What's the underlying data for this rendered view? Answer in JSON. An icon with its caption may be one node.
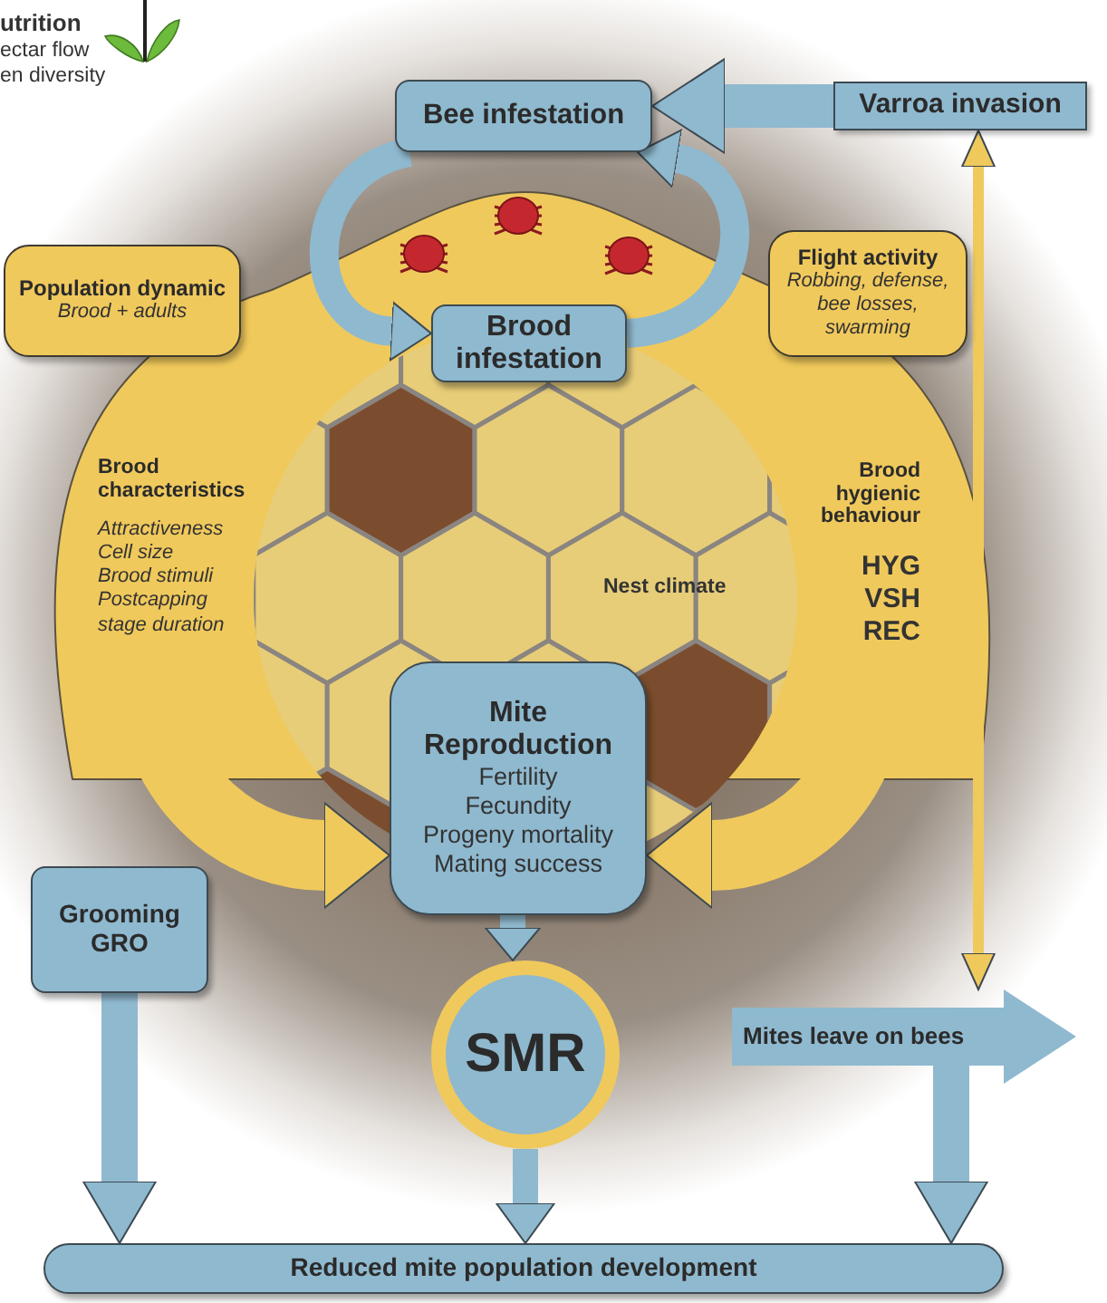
{
  "diagram": {
    "nodes": [
      {
        "text": [
          "Bee infestation"
        ]
      },
      {
        "text": [
          "Varroa invasion"
        ]
      },
      {
        "text": [
          "Population dynamic",
          "Brood + adults"
        ]
      },
      {
        "text": [
          "Flight activity",
          "Robbing, defense, bee losses, swarming"
        ]
      },
      {
        "text": [
          "Brood infestation"
        ]
      },
      {
        "text": [
          "Brood characteristics",
          "Attractiveness",
          "Cell size",
          "Brood stimuli",
          "Postcapping stage duration"
        ]
      },
      {
        "text": [
          "Brood hygienic behaviour",
          "HYG",
          "VSH",
          "REC"
        ]
      },
      {
        "text": [
          "Mite Reproduction",
          "Fertility",
          "Fecundity",
          "Progeny mortality",
          "Mating success"
        ]
      },
      {
        "text": [
          "Grooming GRO"
        ]
      },
      {
        "text": [
          "SMR"
        ]
      },
      {
        "text": [
          "Mites leave on bees"
        ]
      },
      {
        "text": [
          "Reduced mite population development"
        ]
      }
    ],
    "edges": [
      {
        "from": 1,
        "to": 0,
        "arrow": "to"
      },
      {
        "from": 0,
        "to": 4,
        "arrow": "to"
      },
      {
        "from": 4,
        "to": 0,
        "arrow": "to"
      },
      {
        "from": 5,
        "to": 7,
        "arrow": "to",
        "style": "thick",
        "color": "#f0c95c"
      },
      {
        "from": 6,
        "to": 7,
        "arrow": "to",
        "style": "thick",
        "color": "#f0c95c"
      },
      {
        "from": 7,
        "to": 9,
        "arrow": "to"
      },
      {
        "from": 9,
        "to": 11,
        "arrow": "to"
      },
      {
        "from": 8,
        "to": 11,
        "arrow": "to"
      },
      {
        "from": 10,
        "to": 11,
        "arrow": "to"
      },
      {
        "from": 1,
        "to": 10,
        "arrow": "both",
        "color": "#f0c95c"
      }
    ],
    "labels": [
      "utrition",
      "ectar flow",
      "en diversity",
      "Nest climate"
    ]
  }
}
